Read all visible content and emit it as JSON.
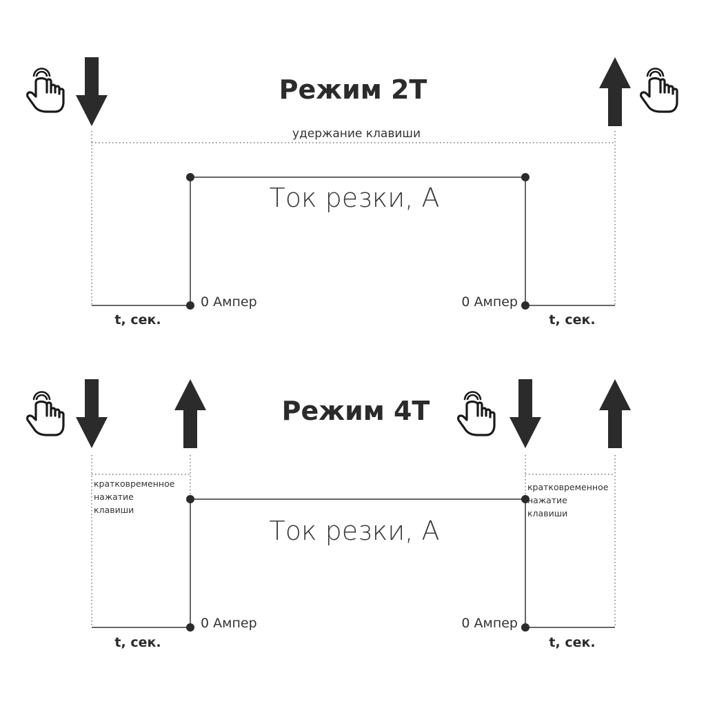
{
  "mode_2t": {
    "title": "Режим 2Т",
    "hold_label": "удержание клавиши",
    "current_label": "Ток резки, А",
    "zero_left": "0 Ампер",
    "zero_right": "0 Ампер",
    "time_left": "t, сек.",
    "time_right": "t, сек."
  },
  "mode_4t": {
    "title": "Режим 4Т",
    "press_left": [
      "кратковременное",
      "нажатие",
      "клавиши"
    ],
    "press_right": [
      "кратковременное",
      "нажатие",
      "клавиши"
    ],
    "current_label": "Ток резки, А",
    "zero_left": "0 Ампер",
    "zero_right": "0 Ампер",
    "time_left": "t, сек.",
    "time_right": "t, сек."
  },
  "icons": {
    "hand": "pointing-hand-icon",
    "press": "arrow-down-icon",
    "release": "arrow-up-icon"
  },
  "colors": {
    "ink": "#2b2b2b",
    "background": "#ffffff"
  }
}
